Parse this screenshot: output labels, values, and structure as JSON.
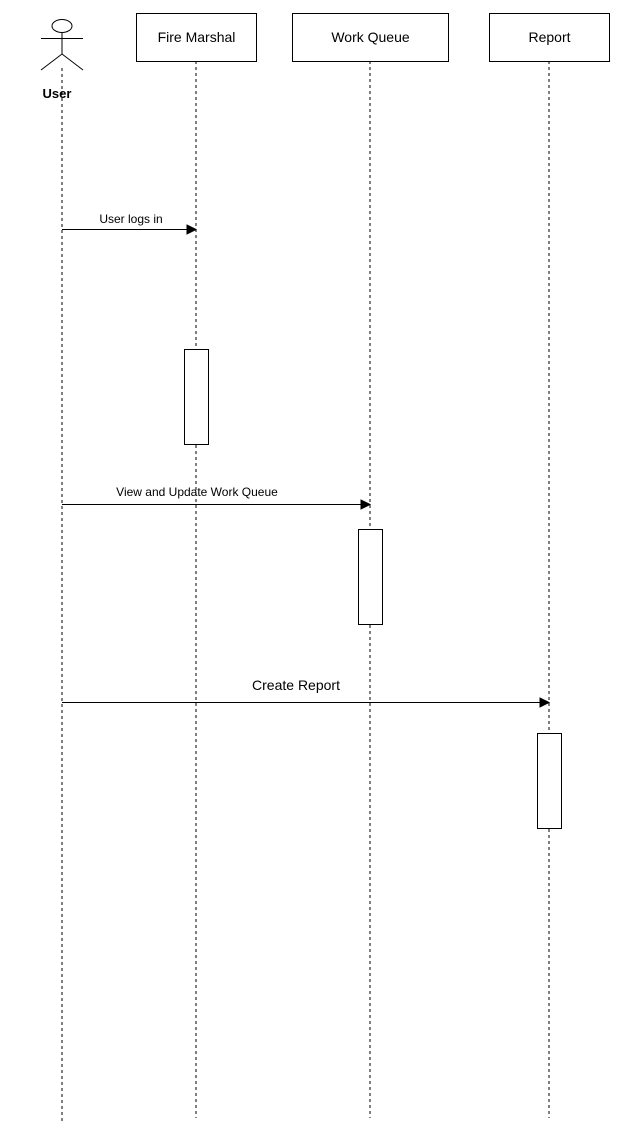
{
  "diagram": {
    "actor": {
      "label": "User"
    },
    "participants": [
      {
        "label": "Fire Marshal"
      },
      {
        "label": "Work Queue"
      },
      {
        "label": "Report"
      }
    ],
    "messages": [
      {
        "label": "User logs in"
      },
      {
        "label": "View and Update Work Queue"
      },
      {
        "label": "Create Report"
      }
    ]
  }
}
